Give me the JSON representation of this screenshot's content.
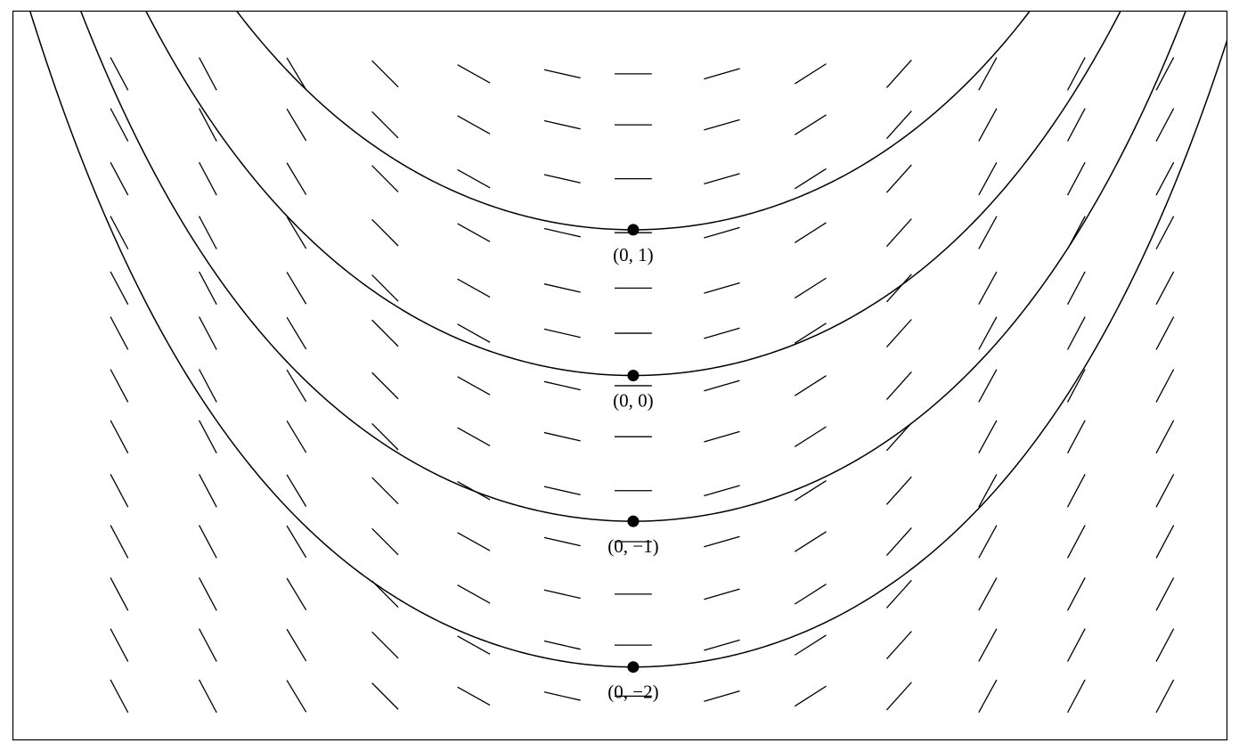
{
  "chart_data": {
    "type": "slope_field",
    "title": "",
    "xlabel": "",
    "ylabel": "",
    "xlim": [
      -3.5,
      3.35
    ],
    "ylim": [
      -2.5,
      2.5
    ],
    "slope_field": {
      "x_values": [
        -2.9,
        -2.4,
        -1.9,
        -1.4,
        -0.9,
        -0.4,
        0,
        0.5,
        1,
        1.5,
        2,
        2.5,
        3
      ],
      "y_values": [
        2.07,
        1.72,
        1.35,
        0.98,
        0.6,
        0.29,
        -0.07,
        -0.42,
        -0.79,
        -1.14,
        -1.5,
        -1.85,
        -2.2
      ],
      "segment_half_length": 0.105,
      "max_slope_angle_deg": 62
    },
    "solution_curves": [
      {
        "initial_point": [
          0,
          1
        ],
        "label": "(0, 1)"
      },
      {
        "initial_point": [
          0,
          0
        ],
        "label": "(0, 0)"
      },
      {
        "initial_point": [
          0,
          -1
        ],
        "label": "(0, −1)"
      },
      {
        "initial_point": [
          0,
          -2
        ],
        "label": "(0, −2)"
      }
    ],
    "grid": false,
    "legend": "none"
  },
  "colors": {
    "line": "#000000",
    "background": "#ffffff"
  }
}
